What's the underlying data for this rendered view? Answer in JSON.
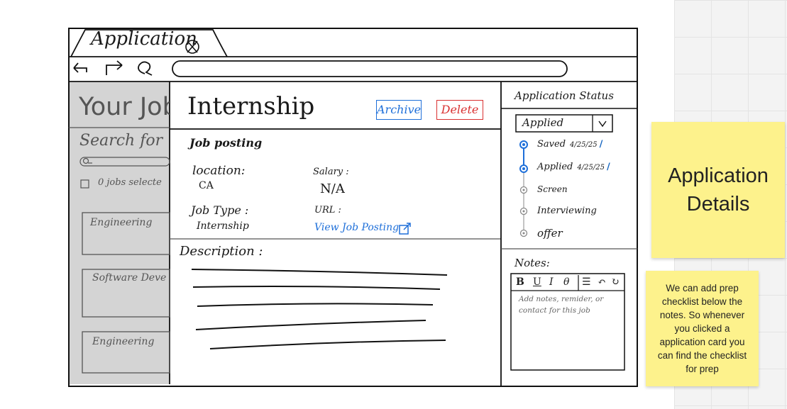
{
  "window": {
    "title": "Application",
    "close_icon": "close-icon"
  },
  "sidebar": {
    "title": "Your Job",
    "search_placeholder": "Search for",
    "selected_count": "0 jobs selecte",
    "cards": [
      {
        "label": "Engineering"
      },
      {
        "label": "Software Deve"
      },
      {
        "label": "Engineering"
      }
    ]
  },
  "detail": {
    "title": "Internship",
    "archive_label": "Archive",
    "delete_label": "Delete",
    "section_title": "Job posting",
    "location_label": "location:",
    "location_value": "CA",
    "salary_label": "Salary :",
    "salary_value": "N/A",
    "job_type_label": "Job Type :",
    "job_type_value": "Internship",
    "url_label": "URL :",
    "url_link": "View Job Posting",
    "description_label": "Description :"
  },
  "status_panel": {
    "title": "Application Status",
    "selected": "Applied",
    "timeline": [
      {
        "label": "Saved",
        "date": "4/25/25"
      },
      {
        "label": "Applied",
        "date": "4/25/25"
      },
      {
        "label": "Screen",
        "date": ""
      },
      {
        "label": "Interviewing",
        "date": ""
      },
      {
        "label": "offer",
        "date": ""
      }
    ]
  },
  "notes": {
    "title": "Notes:",
    "toolbar": {
      "bold": "B",
      "underline": "U",
      "italic": "I",
      "link": "θ",
      "list": "☰",
      "undo": "↶",
      "redo": "↻"
    },
    "placeholder_line1": "Add notes, remider, or",
    "placeholder_line2": "contact for this job"
  },
  "stickies": {
    "main_line1": "Application",
    "main_line2": "Details",
    "note": "We can add prep checklist below the notes. So whenever you clicked a application card you can find the checklist for prep"
  },
  "colors": {
    "archive": "#1e6fd9",
    "delete": "#d93030",
    "link": "#1e6fd9",
    "sticky": "#fdf28c",
    "sidebar": "#d4d4d4"
  }
}
